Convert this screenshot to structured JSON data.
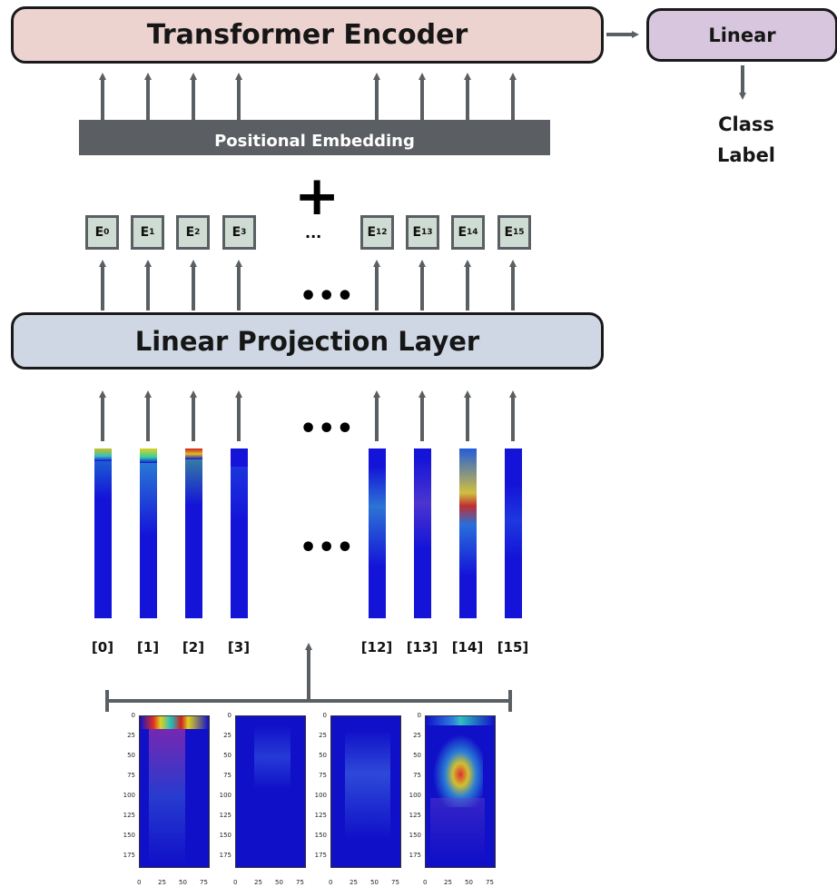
{
  "transformer_encoder": {
    "label": "Transformer Encoder"
  },
  "linear_head": {
    "label": "Linear"
  },
  "class_label": {
    "line1": "Class",
    "line2": "Label"
  },
  "positional_embedding": {
    "label": "Positional Embedding"
  },
  "plus_sign": "+",
  "embeddings": [
    {
      "letter": "E",
      "sub": "0"
    },
    {
      "letter": "E",
      "sub": "1"
    },
    {
      "letter": "E",
      "sub": "2"
    },
    {
      "letter": "E",
      "sub": "3"
    },
    {
      "letter": "E",
      "sub": "12"
    },
    {
      "letter": "E",
      "sub": "13"
    },
    {
      "letter": "E",
      "sub": "14"
    },
    {
      "letter": "E",
      "sub": "15"
    }
  ],
  "ellipsis_small": "...",
  "ellipsis": "•••",
  "projection_layer": {
    "label": "Linear Projection Layer"
  },
  "patch_labels": [
    "[0]",
    "[1]",
    "[2]",
    "[3]",
    "[12]",
    "[13]",
    "[14]",
    "[15]"
  ],
  "spectrogram_y_ticks": [
    "0",
    "25",
    "50",
    "75",
    "100",
    "125",
    "150",
    "175"
  ],
  "spectrogram_x_ticks": [
    "0",
    "25",
    "50",
    "75"
  ],
  "colors": {
    "encoder": "#ecd3d0",
    "linear": "#d7c6dd",
    "projection": "#cfd7e4",
    "embedding_box": "#cfdcd3",
    "positional_bar": "#5b5e63",
    "arrow": "#5a5f63",
    "spectrogram_bg": "#1414d8"
  }
}
